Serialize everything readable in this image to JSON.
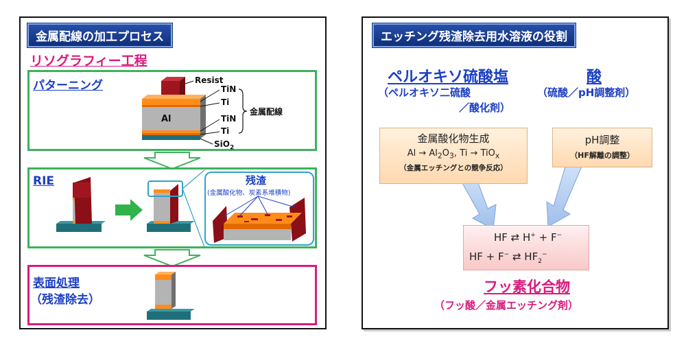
{
  "left": {
    "title": "金属配線の加工プロセス",
    "lithography_heading": "リソグラフィー工程",
    "patterning_label": "パターニング",
    "layers": {
      "resist": "Resist",
      "tin_top": "TiN",
      "ti_top": "Ti",
      "al": "Al",
      "tin_bottom": "TiN",
      "ti_bottom": "Ti",
      "sio2": "SiO",
      "sio2_sub": "2",
      "metal_wiring": "金属配線"
    },
    "rie_label": "RIE",
    "residue_title": "残渣",
    "residue_sub": "(金属酸化物、炭素系堆積物)",
    "surface_label_1": "表面処理",
    "surface_label_2": "（残渣除去）",
    "colors": {
      "stage_border": "#3db25c",
      "surface_border": "#d81b7e",
      "resist": "#a0161f",
      "tin": "#ff8c1a",
      "al": "#b4b4b4",
      "substrate": "#1f6f7a"
    }
  },
  "right": {
    "title": "エッチング残渣除去用水溶液の役割",
    "peroxo_heading": "ペルオキソ硫酸塩",
    "peroxo_sub_1": "（ペルオキソ二硫酸",
    "peroxo_sub_2": "／酸化剤）",
    "acid_heading": "酸",
    "acid_sub": "（硫酸／pH調整剤）",
    "box1": {
      "line1": "金属酸化物生成",
      "line2_a": "Al → Al",
      "line2_b": "2",
      "line2_c": "O",
      "line2_d": "3",
      "line2_e": ", Ti → TiO",
      "line2_f": "x",
      "line3": "（金属エッチングとの競争反応）"
    },
    "box2": {
      "line1": "pH調整",
      "line2": "（HF解離の調整）"
    },
    "eq1_a": "HF ⇄ H",
    "eq1_b": "+",
    "eq1_c": " + F",
    "eq1_d": "−",
    "eq2_a": "HF + F",
    "eq2_b": "−",
    "eq2_c": " ⇄ HF",
    "eq2_d": "2",
    "eq2_e": "−",
    "fluoride_heading": "フッ素化合物",
    "fluoride_sub": "（フッ酸／金属エッチング剤）",
    "colors": {
      "heading_blue": "#1b3fc4",
      "fluoride_pink": "#d81b7e",
      "arrow_blue": "#a9c6ee"
    }
  }
}
